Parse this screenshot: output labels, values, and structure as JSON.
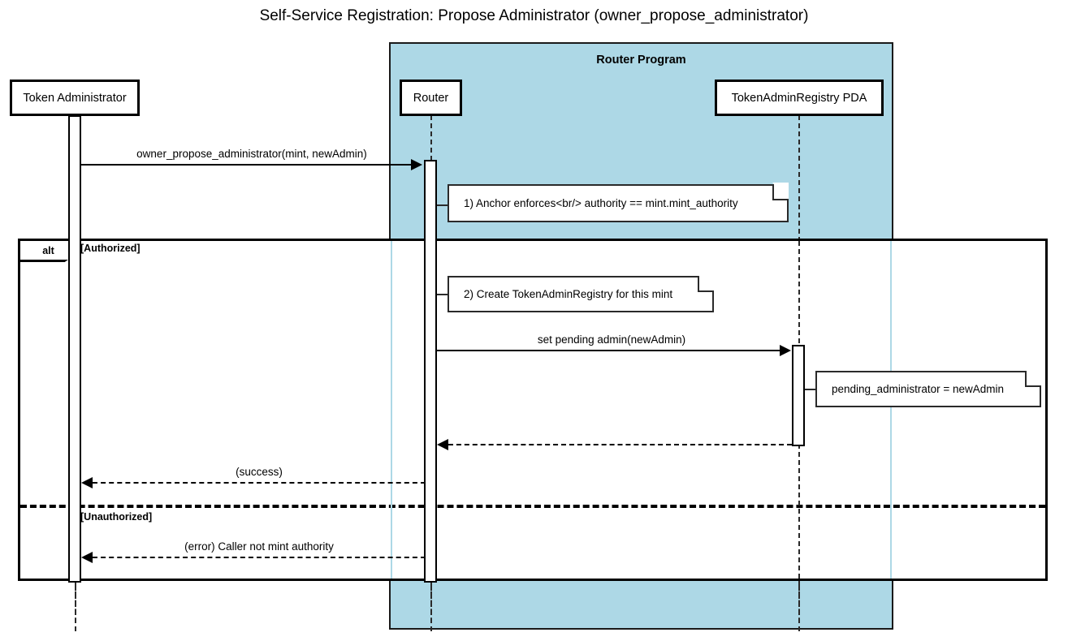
{
  "diagram": {
    "title": "Self-Service Registration: Propose Administrator (owner_propose_administrator)",
    "type": "uml-sequence-diagram",
    "colors": {
      "group_fill": "#add8e6",
      "stroke": "#000000",
      "note_fill": "#ffffff",
      "background": "#ffffff"
    }
  },
  "group": {
    "label": "Router Program"
  },
  "participants": [
    {
      "id": "token-administrator",
      "label": "Token Administrator",
      "inside_group": false
    },
    {
      "id": "router",
      "label": "Router",
      "inside_group": true
    },
    {
      "id": "token-admin-registry-pda",
      "label": "TokenAdminRegistry PDA",
      "inside_group": true
    }
  ],
  "messages": [
    {
      "id": "msg-1",
      "label": "owner_propose_administrator(mint, newAdmin)",
      "from": "token-administrator",
      "to": "router",
      "style": "solid",
      "direction": "right"
    },
    {
      "id": "msg-2",
      "label": "set pending admin(newAdmin)",
      "from": "router",
      "to": "token-admin-registry-pda",
      "style": "solid",
      "direction": "right"
    },
    {
      "id": "msg-3",
      "label": "",
      "from": "token-admin-registry-pda",
      "to": "router",
      "style": "dashed",
      "direction": "left"
    },
    {
      "id": "msg-4",
      "label": "(success)",
      "from": "router",
      "to": "token-administrator",
      "style": "dashed",
      "direction": "left"
    },
    {
      "id": "msg-5",
      "label": "(error) Caller not mint authority",
      "from": "router",
      "to": "token-administrator",
      "style": "dashed",
      "direction": "left"
    }
  ],
  "notes": [
    {
      "id": "note-1",
      "text": "1) Anchor enforces<br/> authority == mint.mint_authority",
      "attached_to": "router"
    },
    {
      "id": "note-2",
      "text": "2) Create TokenAdminRegistry for this mint",
      "attached_to": "router"
    },
    {
      "id": "note-3",
      "text": "pending_administrator = newAdmin",
      "attached_to": "token-admin-registry-pda"
    }
  ],
  "fragment": {
    "operator": "alt",
    "branches": [
      {
        "guard": "[Authorized]"
      },
      {
        "guard": "[Unauthorized]"
      }
    ]
  }
}
